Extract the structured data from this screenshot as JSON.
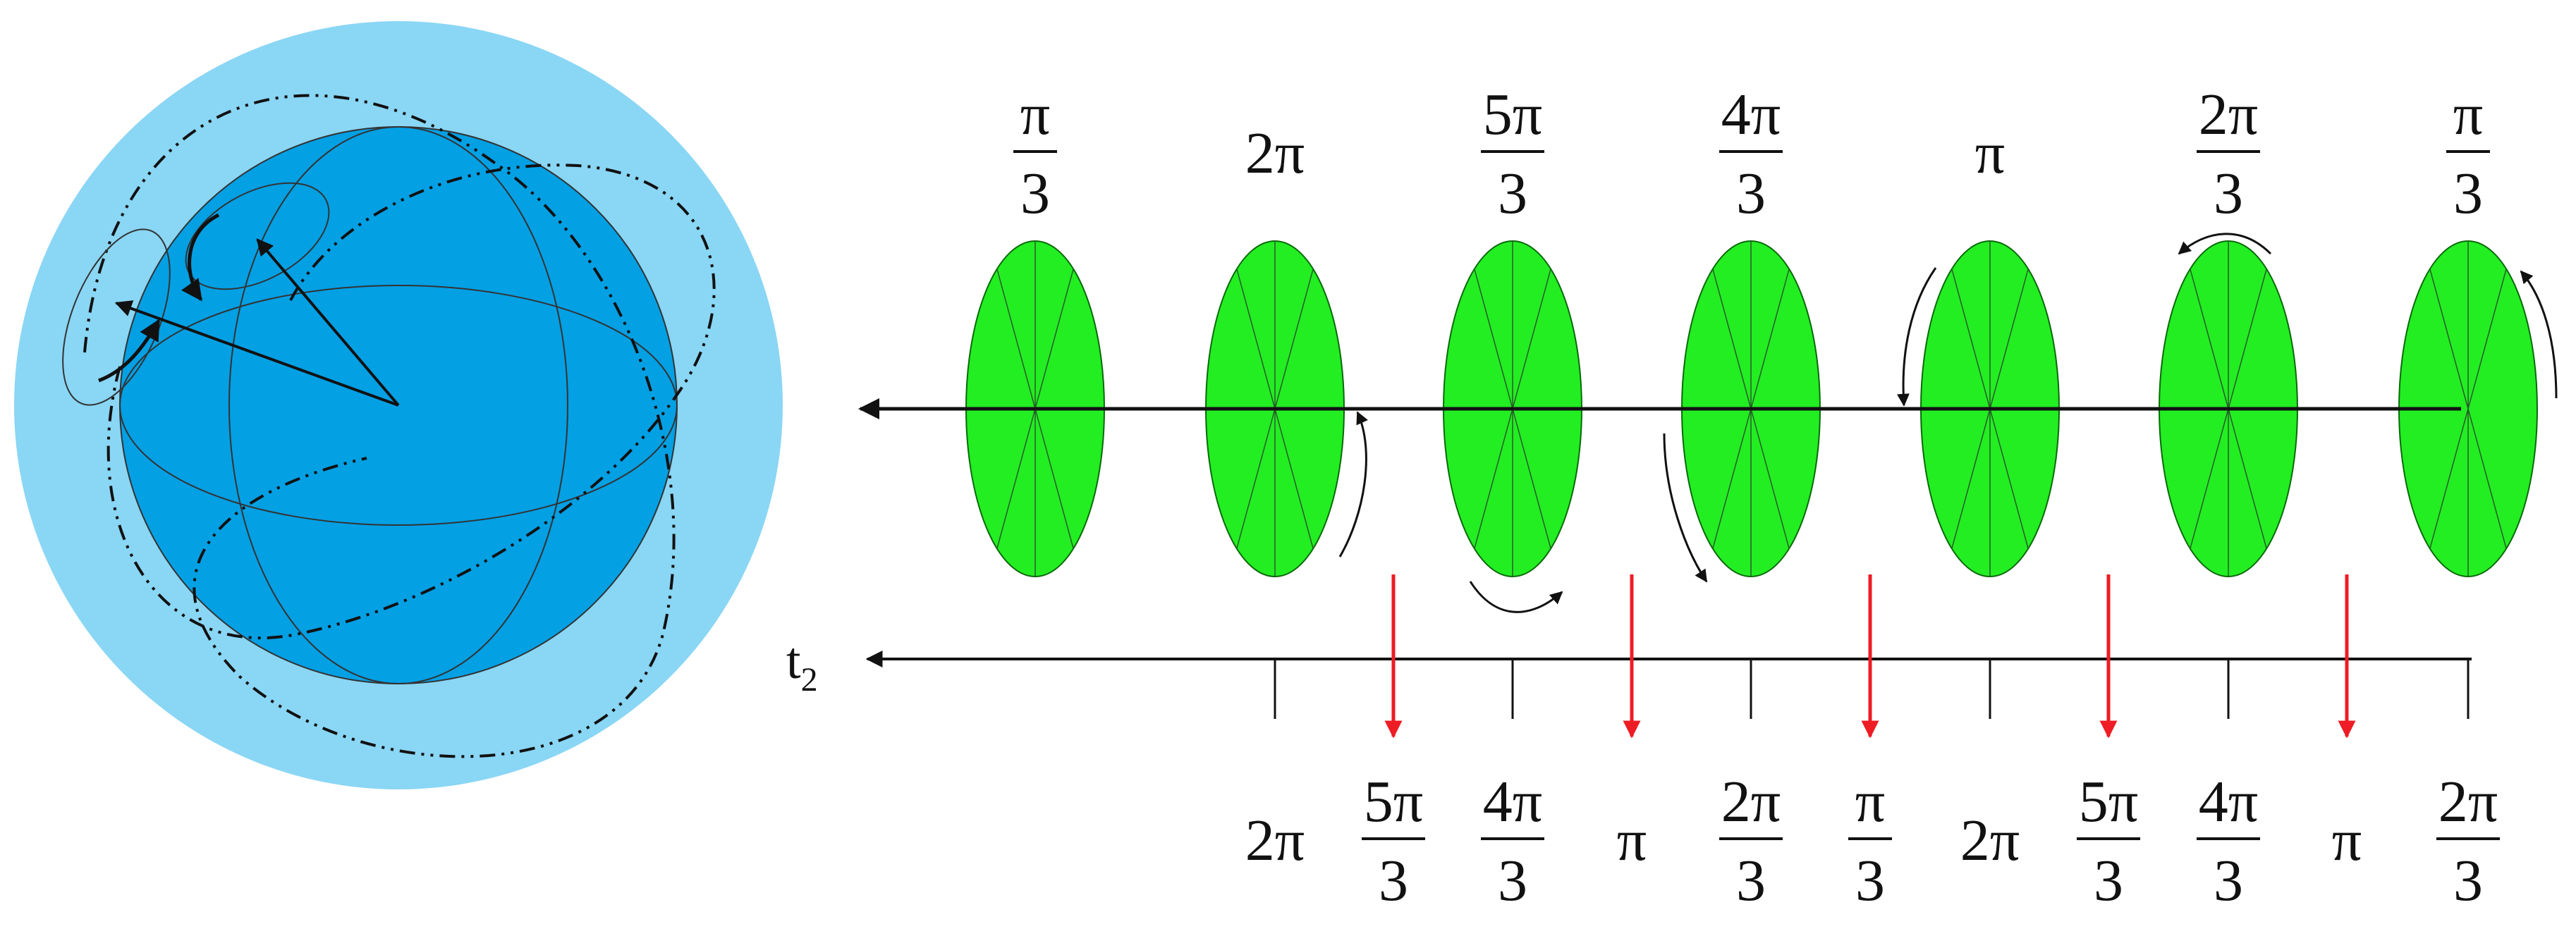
{
  "colors": {
    "outer_sphere": "#8ad6f5",
    "inner_sphere": "#03a0e4",
    "disk_fill": "#22ee22",
    "marker_red": "#ee1c24",
    "ink": "#111111"
  },
  "axis_label": {
    "base": "t",
    "sub": "2"
  },
  "disk_labels": [
    {
      "num": "π",
      "den": "3",
      "fraction": true
    },
    {
      "num": "2π",
      "den": "",
      "fraction": false
    },
    {
      "num": "5π",
      "den": "3",
      "fraction": true
    },
    {
      "num": "4π",
      "den": "3",
      "fraction": true
    },
    {
      "num": "π",
      "den": "",
      "fraction": false
    },
    {
      "num": "2π",
      "den": "3",
      "fraction": true
    },
    {
      "num": "π",
      "den": "3",
      "fraction": true
    }
  ],
  "bottom_labels": [
    {
      "num": "2π",
      "den": "",
      "fraction": false
    },
    {
      "num": "5π",
      "den": "3",
      "fraction": true
    },
    {
      "num": "4π",
      "den": "3",
      "fraction": true
    },
    {
      "num": "π",
      "den": "",
      "fraction": false
    },
    {
      "num": "2π",
      "den": "3",
      "fraction": true
    },
    {
      "num": "π",
      "den": "3",
      "fraction": true
    },
    {
      "num": "2π",
      "den": "",
      "fraction": false
    },
    {
      "num": "5π",
      "den": "3",
      "fraction": true
    },
    {
      "num": "4π",
      "den": "3",
      "fraction": true
    },
    {
      "num": "π",
      "den": "",
      "fraction": false
    },
    {
      "num": "2π",
      "den": "3",
      "fraction": true
    }
  ]
}
